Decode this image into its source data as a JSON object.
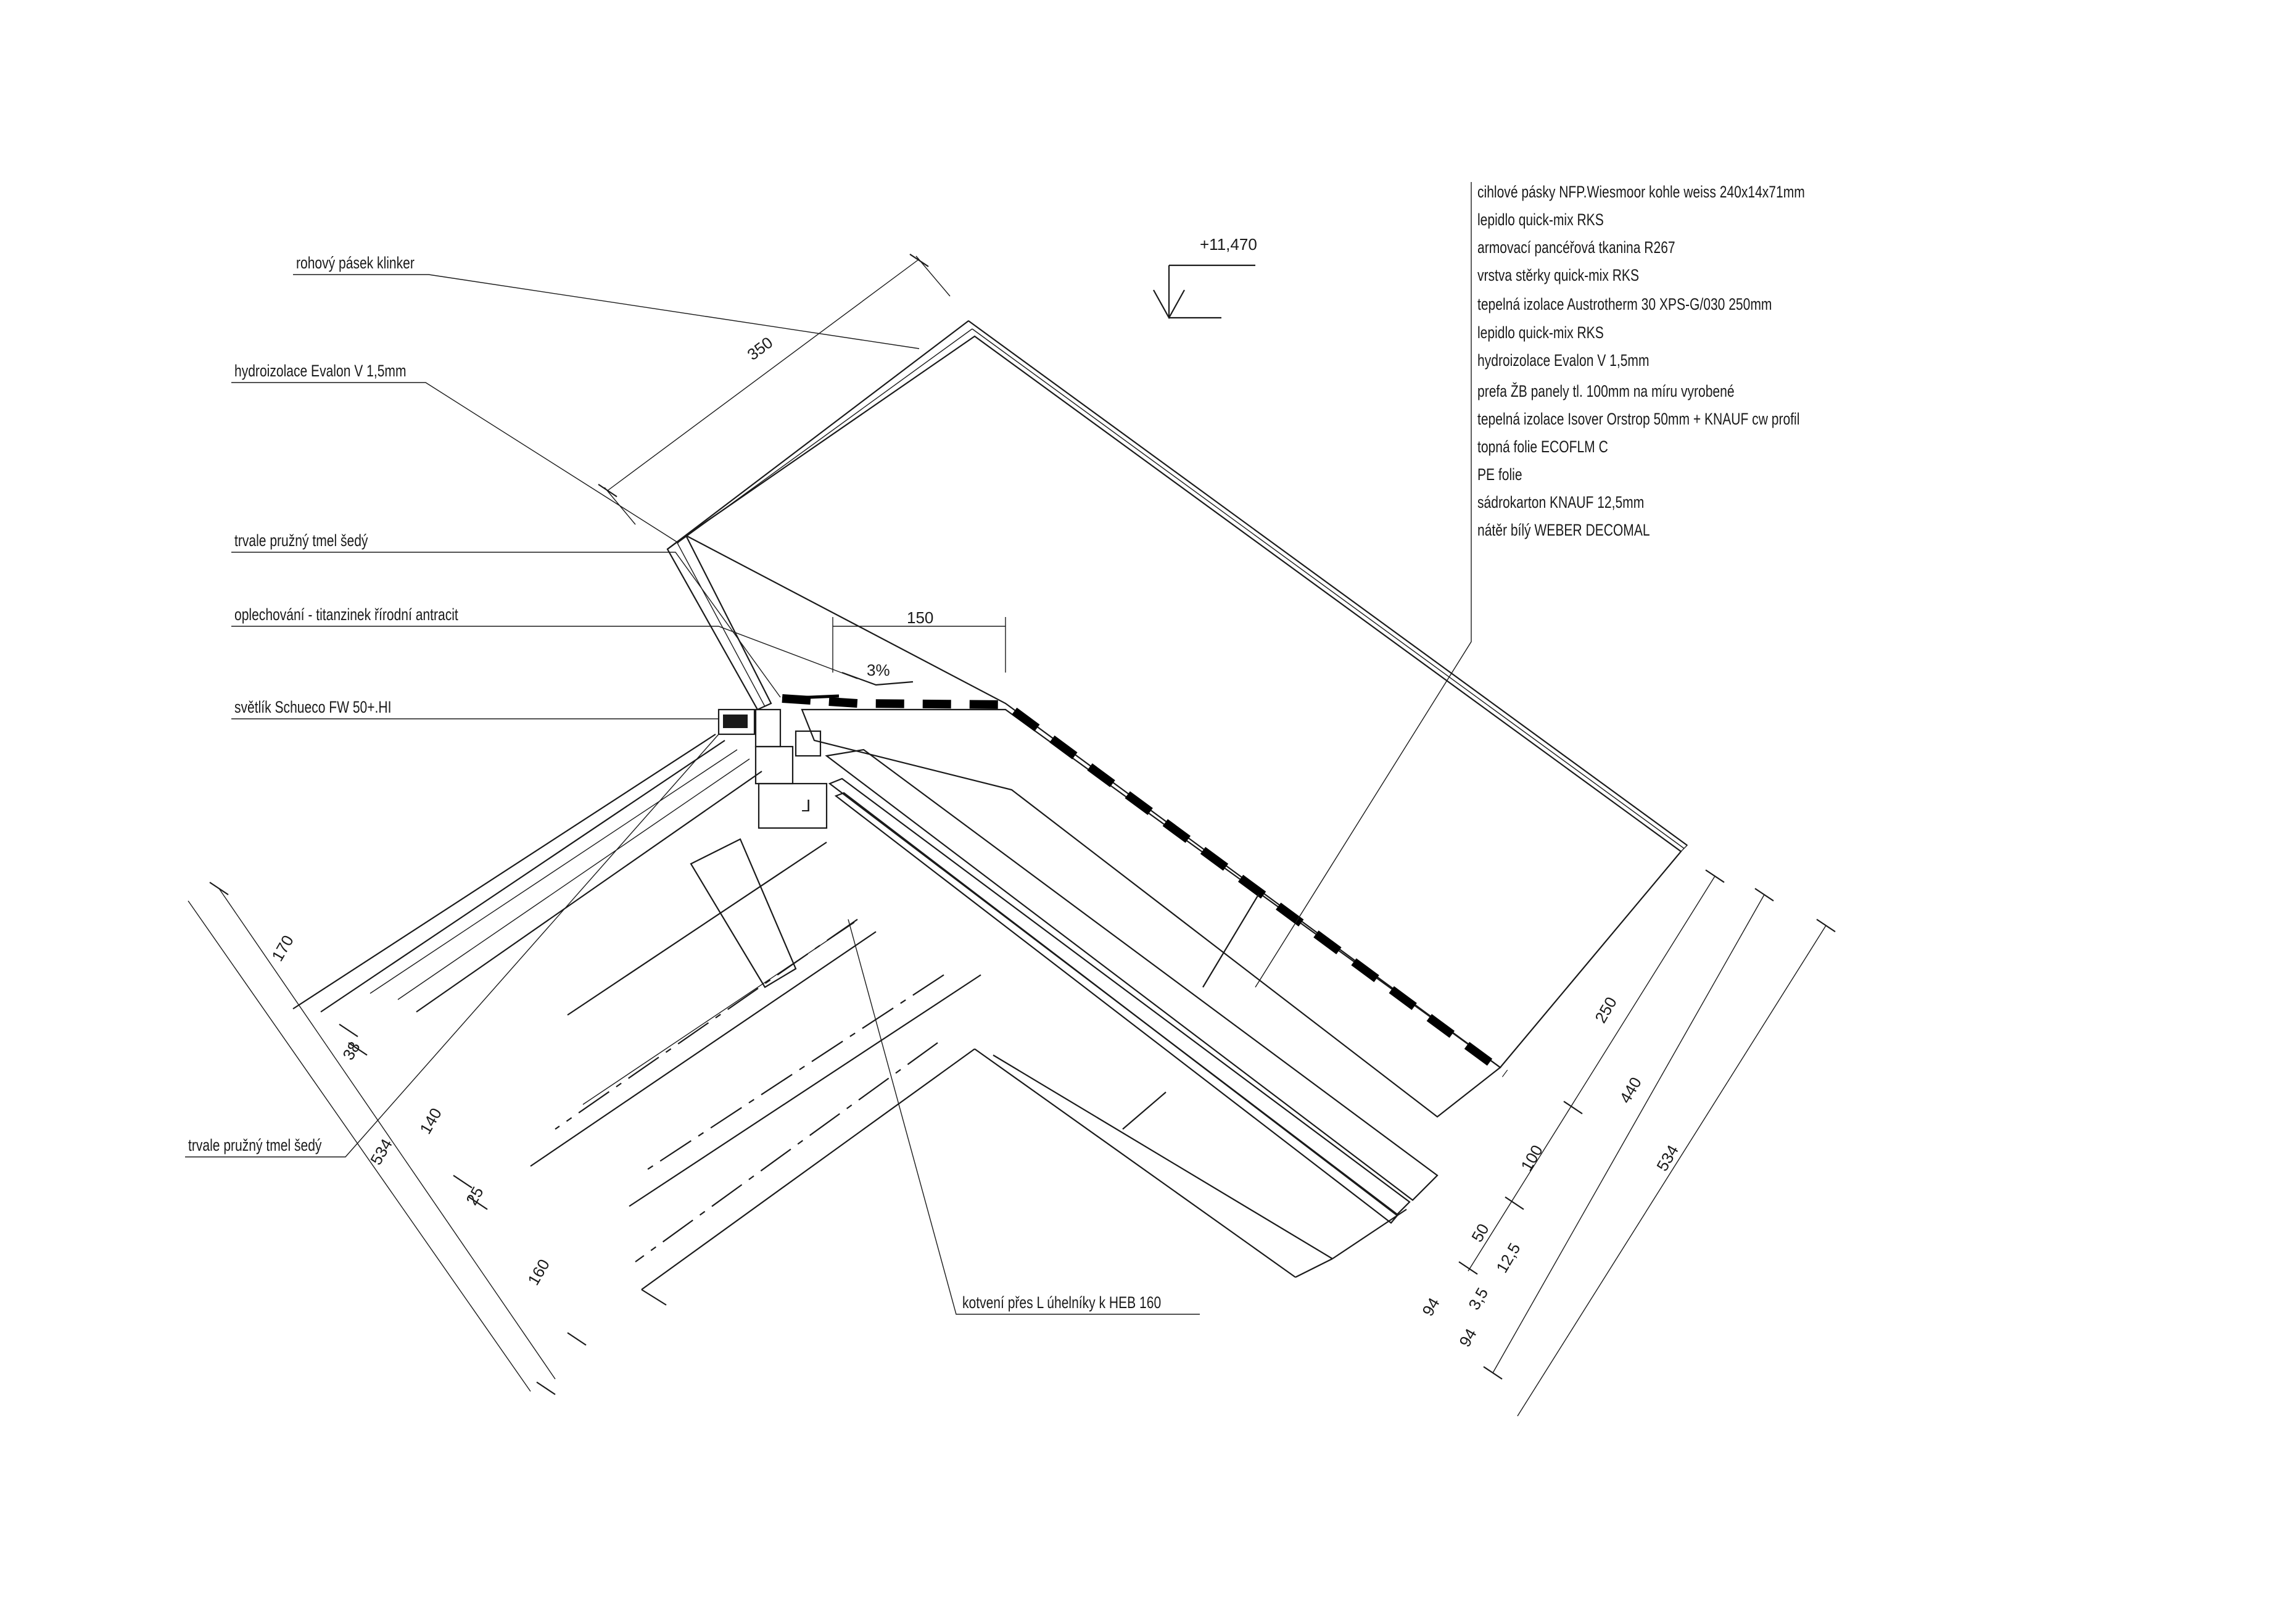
{
  "level_mark": "+11,470",
  "slope": "3%",
  "callouts": {
    "corner_strip": "rohový pásek klinker",
    "waterproofing": "hydroizolace Evalon V 1,5mm",
    "sealant_top": "trvale pružný tmel šedý",
    "flashing": "oplechování - titanzinek řírodní antracit",
    "skylight": "světlík Schueco FW 50+.HI",
    "sealant_bottom": "trvale pružný tmel šedý",
    "anchoring": "kotvení přes L úhelníky k HEB 160"
  },
  "layers": [
    "cihlové pásky NFP.Wiesmoor kohle weiss 240x14x71mm",
    "lepidlo quick-mix RKS",
    "armovací pancéřová tkanina R267",
    "vrstva stěrky quick-mix RKS",
    "tepelná izolace Austrotherm 30 XPS-G/030 250mm",
    "lepidlo quick-mix RKS",
    "hydroizolace Evalon V 1,5mm",
    "prefa ŽB panely tl. 100mm na míru vyrobené",
    "tepelná izolace Isover Orstrop 50mm + KNAUF cw profil",
    "topná folie ECOFLM C",
    "PE folie",
    "sádrokarton KNAUF 12,5mm",
    "nátěr bílý WEBER DECOMAL"
  ],
  "dimensions": {
    "d350": "350",
    "d150": "150",
    "left_chain": [
      "170",
      "38",
      "140",
      "534",
      "25",
      "160"
    ],
    "right_chain": [
      "250",
      "440",
      "534",
      "100",
      "50",
      "12,5",
      "3,5",
      "94",
      "94"
    ]
  }
}
